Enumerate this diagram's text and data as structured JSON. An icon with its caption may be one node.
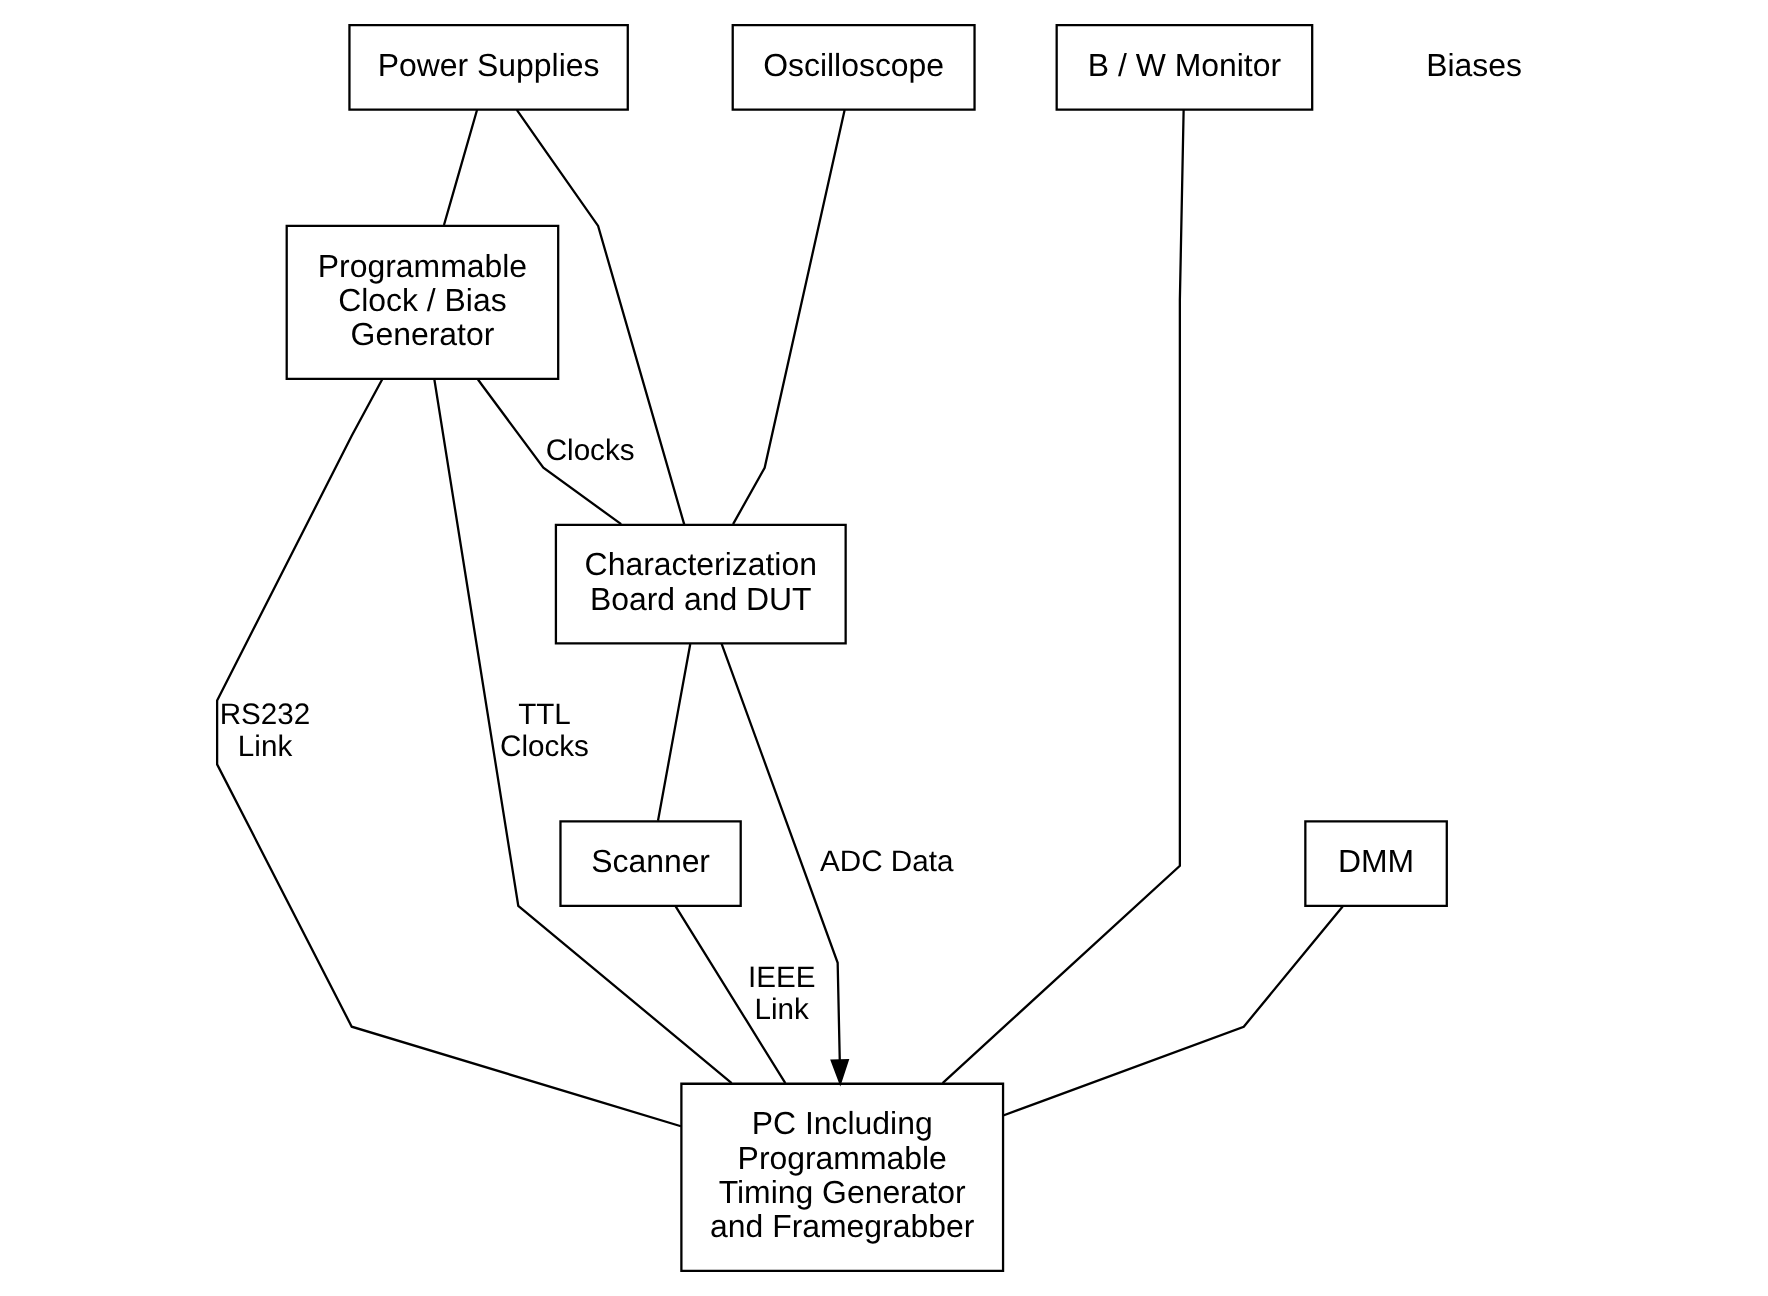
{
  "diagram": {
    "nodes": [
      {
        "text": [
          "Power Supplies"
        ]
      },
      {
        "text": [
          "Oscilloscope"
        ]
      },
      {
        "text": [
          "B / W Monitor"
        ]
      },
      {
        "text": [
          "Programmable Clock / Bias Generator"
        ]
      },
      {
        "text": [
          "Characterization Board and DUT"
        ]
      },
      {
        "text": [
          "PC Including Programmable Timing Generator and Framegrabber"
        ]
      },
      {
        "text": [
          "Scanner"
        ]
      },
      {
        "text": [
          "DMM"
        ]
      }
    ],
    "edges": [
      {
        "from": 0,
        "to": 3,
        "arrow": "none"
      },
      {
        "from": 0,
        "to": 4,
        "arrow": "none"
      },
      {
        "from": 1,
        "to": 4,
        "arrow": "none"
      },
      {
        "from": 2,
        "to": 5,
        "arrow": "none"
      },
      {
        "from": 3,
        "to": 4,
        "arrow": "none",
        "label": "Clocks"
      },
      {
        "from": 4,
        "to": 5,
        "arrow": "to",
        "label": "ADC Data"
      },
      {
        "from": 4,
        "to": 6,
        "arrow": "none"
      },
      {
        "from": 6,
        "to": 5,
        "arrow": "none",
        "label": "IEEE Link"
      },
      {
        "from": 7,
        "to": 5,
        "arrow": "none"
      },
      {
        "from": 3,
        "to": 5,
        "arrow": "none",
        "label": "RS232 Link"
      },
      {
        "from": 3,
        "to": 5,
        "arrow": "none",
        "label": "TTL Clocks"
      }
    ],
    "labels": [
      "Biases"
    ]
  }
}
